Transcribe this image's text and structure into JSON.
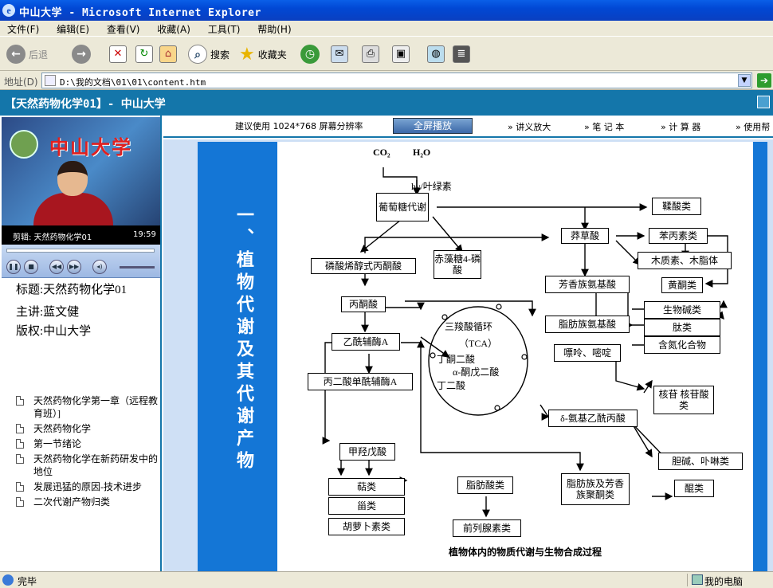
{
  "window": {
    "title": "中山大学 - Microsoft Internet Explorer"
  },
  "menu": [
    "文件(F)",
    "编辑(E)",
    "查看(V)",
    "收藏(A)",
    "工具(T)",
    "帮助(H)"
  ],
  "toolbar": {
    "back": "后退",
    "search": "搜索",
    "favorites": "收藏夹"
  },
  "address": {
    "label": "地址(D)",
    "url": "D:\\我的文档\\01\\01\\content.htm"
  },
  "site": {
    "header": "【天然药物化学01】- 中山大学"
  },
  "video": {
    "school": "中山大学",
    "clip_label": "剪辑: 天然药物化学01",
    "time": "19:59"
  },
  "info": {
    "title": "标题:天然药物化学01",
    "lecturer": "主讲:蓝文健",
    "copyright": "版权:中山大学"
  },
  "chapters": [
    "天然药物化学第一章（远程教育班）]",
    "天然药物化学",
    "第一节绪论",
    "天然药物化学在新药研发中的地位",
    "发展迅猛的原因-技术进步",
    "二次代谢产物归类"
  ],
  "topnav": {
    "resolution": "建议使用 1024*768 屏幕分辨率",
    "fullscreen": "全屏播放",
    "links": [
      "» 讲义放大",
      "» 笔 记 本",
      "» 计 算 器",
      "» 使用帮"
    ]
  },
  "slide": {
    "heading": "一、植物代谢及其代谢产物",
    "caption": "植物体内的物质代谢与生物合成过程",
    "co2": "CO₂",
    "h2o": "H₂O",
    "hv": "hν/叶绿素",
    "glucose": "葡萄糖代谢",
    "pep": "磷酸烯醇式丙酮酸",
    "erythrose": "赤藻糖4-磷酸",
    "shikimic": "莽草酸",
    "gallic": "鞣酸类",
    "phenylprop": "苯丙素类",
    "lignin": "木质素、木脂体",
    "flavonoid": "黄酮类",
    "aromatic_aa": "芳香族氨基酸",
    "pyruvate": "丙酮酸",
    "aliphatic_aa": "脂肪族氨基酸",
    "alkaloid": "生物碱类",
    "peptide": "肽类",
    "n_compound": "含氮化合物",
    "acetyl_coa": "乙酰辅酶A",
    "tca": "三羧酸循环",
    "tca2": "（TCA）",
    "oxaloacetate": "丁酮二酸",
    "ketoglutarate": "α-酮戊二酸",
    "succinate": "丁二酸",
    "purine": "嘌呤、嘧啶",
    "malonyl": "丙二酸单酰辅酶A",
    "nucleoside": "核苷 核苷酸类",
    "ala": "δ-氨基乙酰丙酸",
    "porphyrin": "胆碱、卟啉类",
    "mevalonate": "甲羟戊酸",
    "terpene": "萜类",
    "steroid": "甾类",
    "carotenoid": "胡萝卜素类",
    "fatty_acid": "脂肪酸类",
    "prostaglandin": "前列腺素类",
    "ketone": "脂肪族及芳香族聚酮类",
    "quinone": "醌类"
  },
  "status": {
    "text": "完毕",
    "zone": "我的电脑"
  }
}
